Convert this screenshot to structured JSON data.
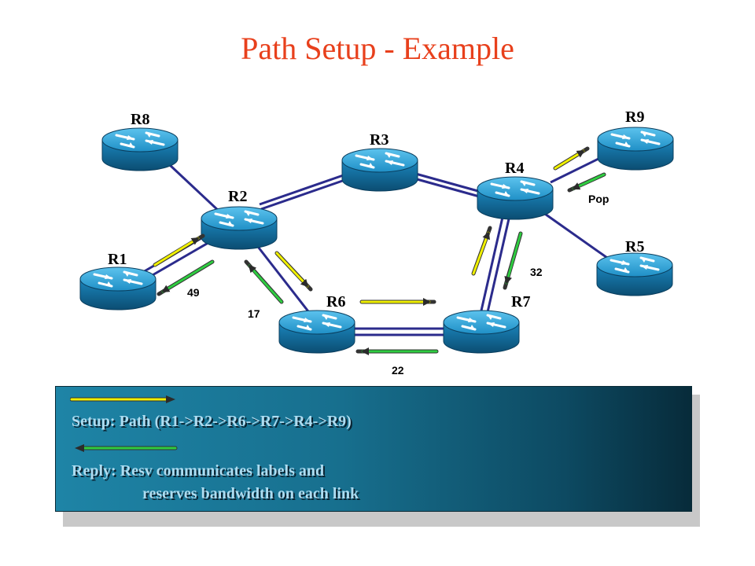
{
  "title": "Path Setup - Example",
  "routers": [
    {
      "id": "R1",
      "label": "R1"
    },
    {
      "id": "R2",
      "label": "R2"
    },
    {
      "id": "R3",
      "label": "R3"
    },
    {
      "id": "R4",
      "label": "R4"
    },
    {
      "id": "R5",
      "label": "R5"
    },
    {
      "id": "R6",
      "label": "R6"
    },
    {
      "id": "R7",
      "label": "R7"
    },
    {
      "id": "R8",
      "label": "R8"
    },
    {
      "id": "R9",
      "label": "R9"
    }
  ],
  "labels": {
    "r1_r2": "49",
    "r2_r6": "17",
    "r6_r7": "22",
    "r7_r4": "32",
    "r4_r9": "Pop"
  },
  "legend": {
    "setup_text": "Setup: Path (R1->R2->R6->R7->R4->R9)",
    "reply_line1": "Reply: Resv communicates labels and",
    "reply_line2": "reserves bandwidth on each link"
  },
  "colors": {
    "title": "#e8401c",
    "setup_arrow": "#f0f000",
    "reply_arrow": "#2ecc40",
    "link": "#2b2b8c",
    "router": "#1a8fc4"
  }
}
